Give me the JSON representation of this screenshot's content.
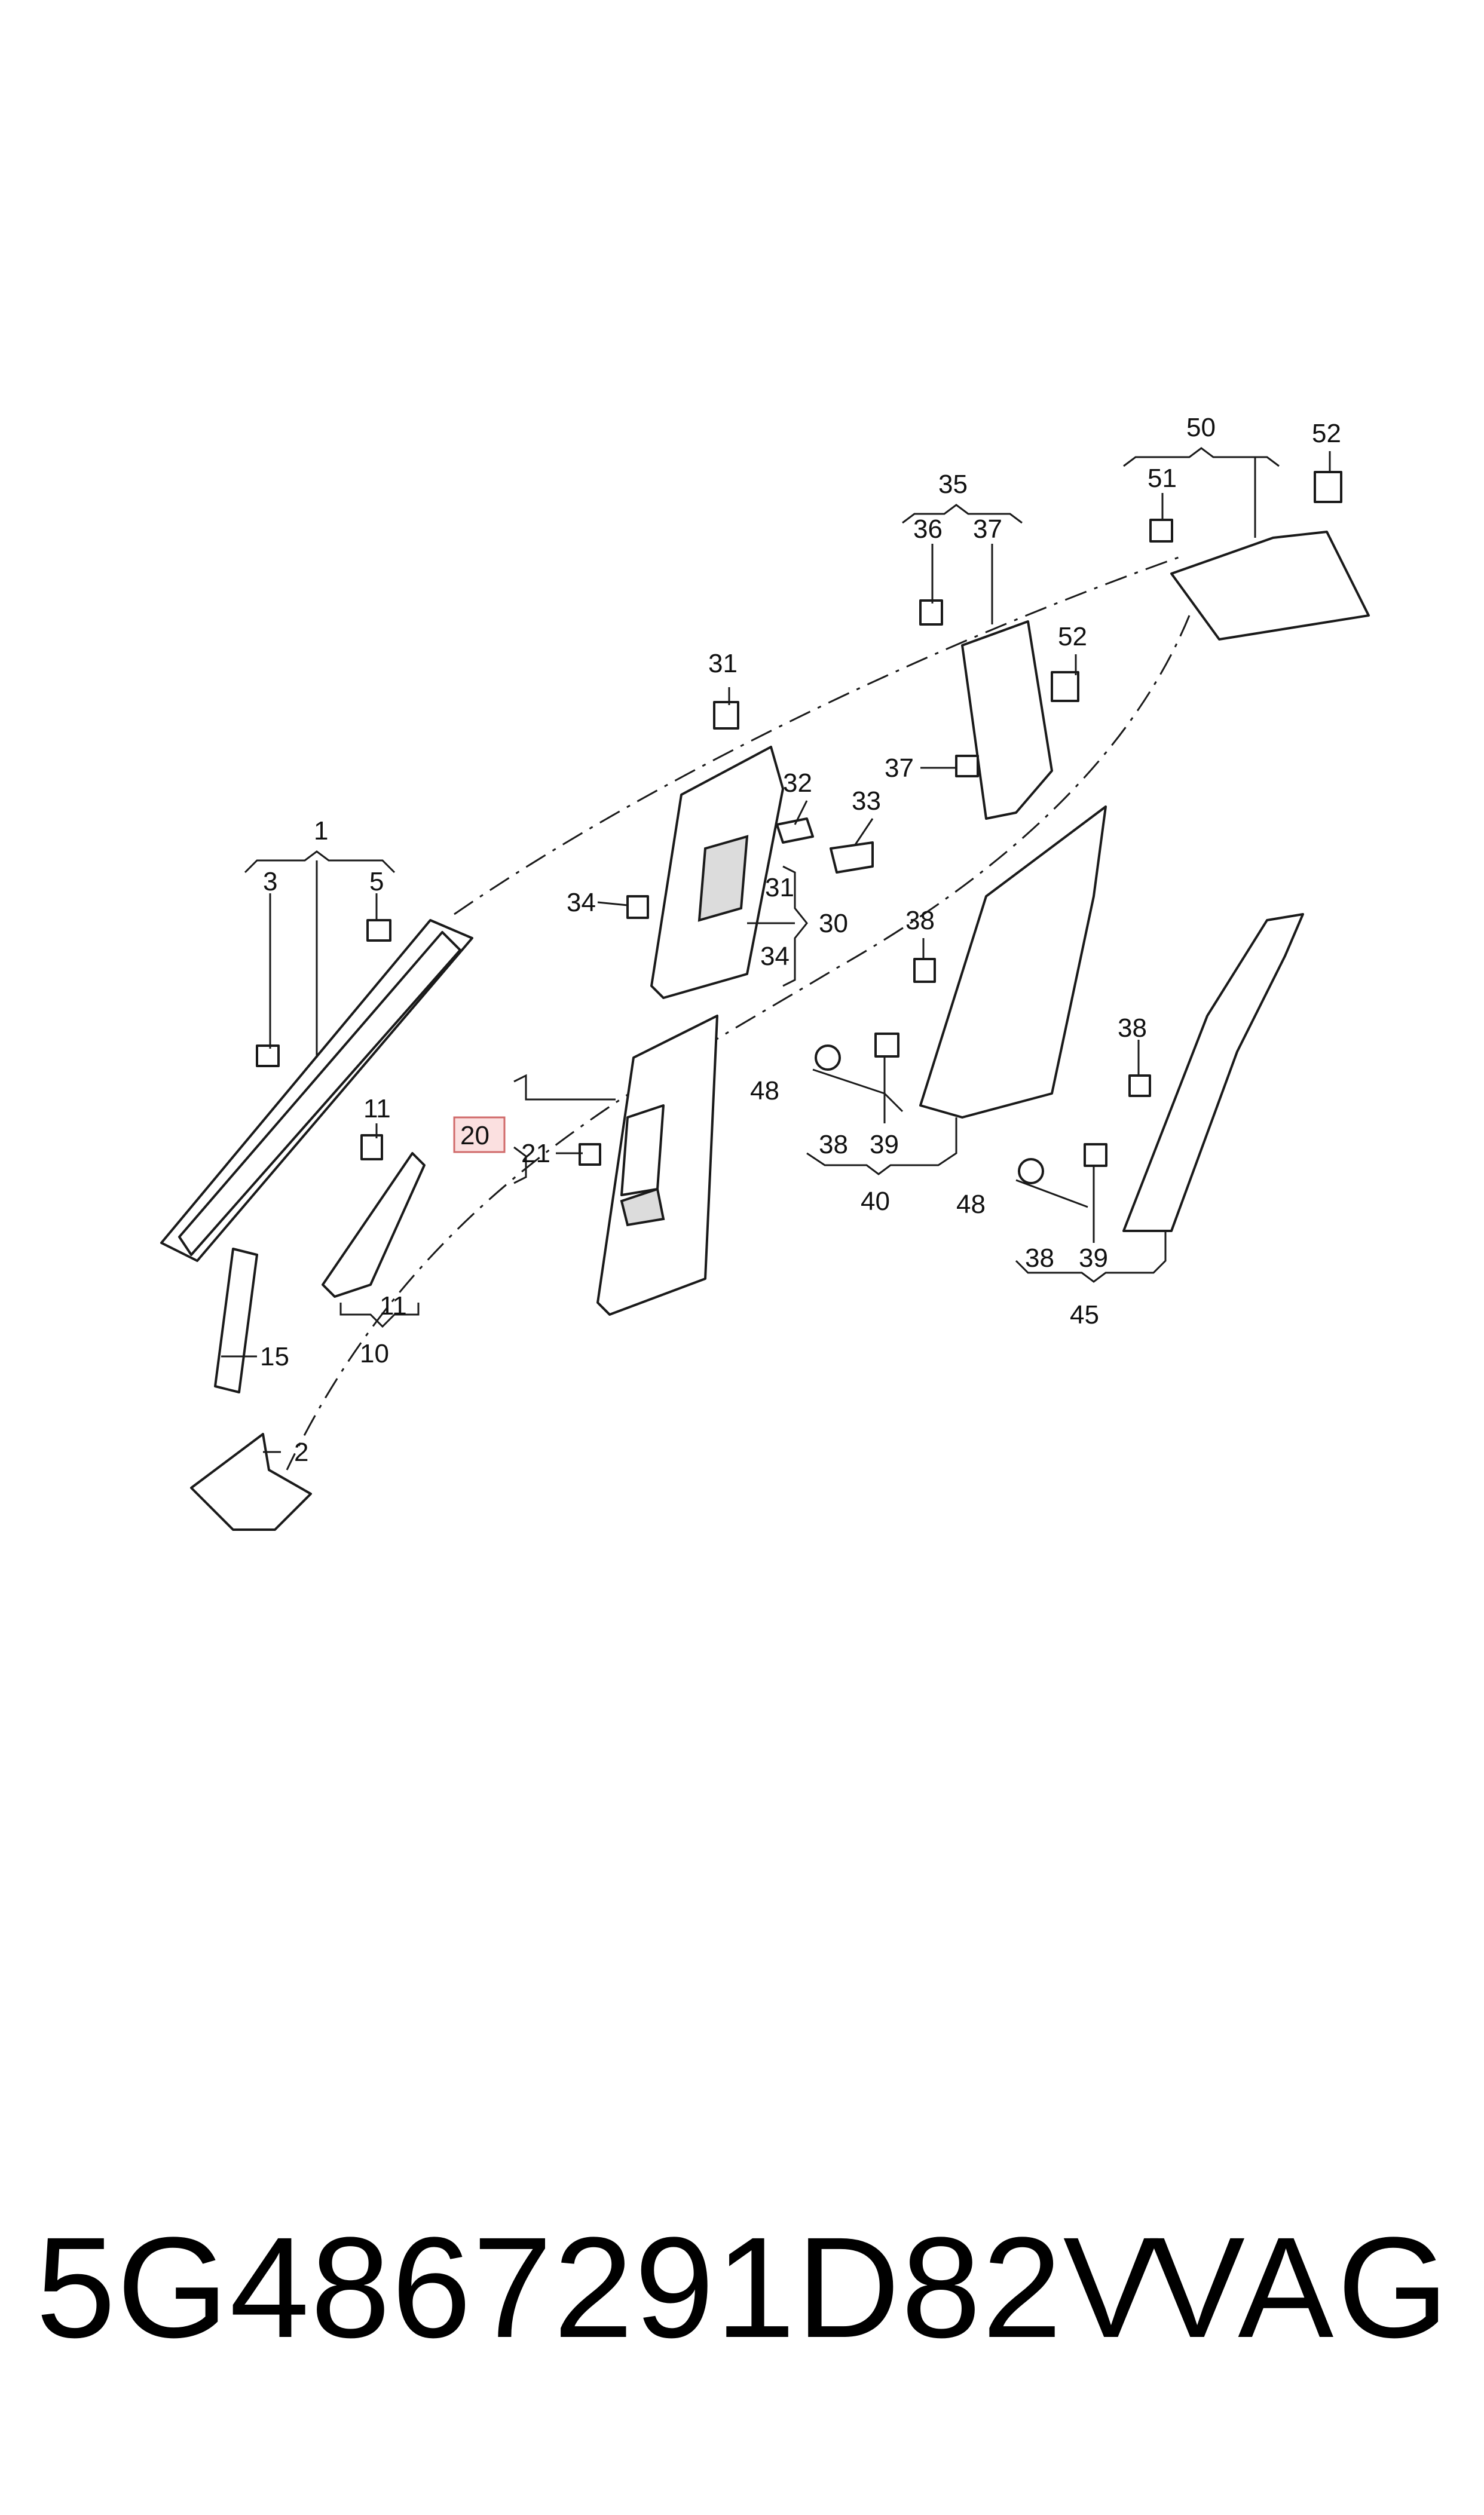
{
  "diagram": {
    "callouts": {
      "c1": "1",
      "c2": "2",
      "c3": "3",
      "c5": "5",
      "c10": "10",
      "c11a": "11",
      "c11b": "11",
      "c15": "15",
      "c20": "20",
      "c21": "21",
      "c30": "30",
      "c31a": "31",
      "c31b": "31",
      "c32": "32",
      "c33": "33",
      "c34a": "34",
      "c34b": "34",
      "c35": "35",
      "c36": "36",
      "c37a": "37",
      "c37b": "37",
      "c38a": "38",
      "c38b": "38",
      "c38c": "38",
      "c38d": "38",
      "c39a": "39",
      "c39b": "39",
      "c40": "40",
      "c45": "45",
      "c48a": "48",
      "c48b": "48",
      "c50": "50",
      "c51": "51",
      "c52a": "52",
      "c52b": "52"
    },
    "highlighted_callout": "20"
  },
  "footer": {
    "part_number": "5G4867291D82V",
    "brand": "VAG"
  }
}
